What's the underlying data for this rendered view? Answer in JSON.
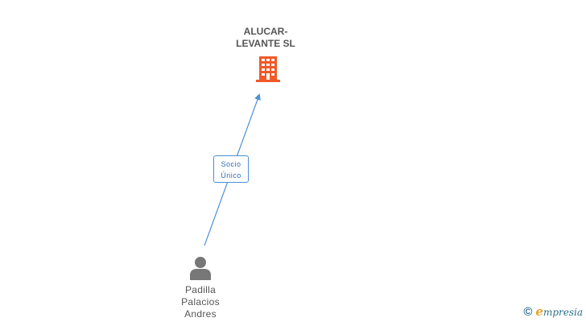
{
  "company": {
    "name_lines": [
      "ALUCAR-",
      "LEVANTE SL"
    ],
    "icon": "building-icon",
    "icon_color": "#f05a28"
  },
  "relation": {
    "label_lines": [
      "Socio",
      "Único"
    ],
    "edge_color": "#4a90d9"
  },
  "person": {
    "name_lines": [
      "Padilla",
      "Palacios",
      "Andres"
    ],
    "icon": "person-icon",
    "icon_color": "#777777"
  },
  "watermark": {
    "symbol": "©",
    "brand_initial": "e",
    "brand_rest": "mpresia"
  }
}
